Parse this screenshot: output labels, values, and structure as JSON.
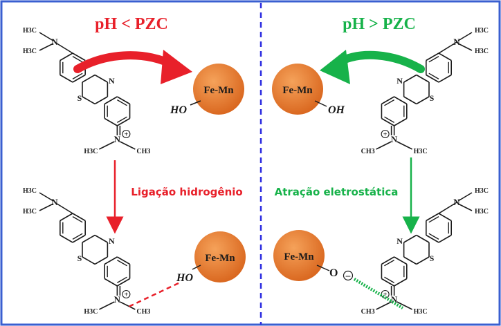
{
  "left_panel": {
    "title": "pH < PZC",
    "title_color": "#e8202a",
    "mechanism_label": "Ligação hidrogênio",
    "label_color": "#e8202a"
  },
  "right_panel": {
    "title": "pH > PZC",
    "title_color": "#17b24a",
    "mechanism_label": "Atração eletrostática",
    "label_color": "#17b24a"
  },
  "adsorbent": {
    "label": "Fe-Mn",
    "fill_color": "#e8782a"
  },
  "groups": {
    "hydroxyl_left": "HO",
    "hydroxyl_right": "OH",
    "oxide": "O"
  },
  "molecule": {
    "nitrogen": "N",
    "sulfur": "S",
    "dimethylamino_top": "H3C",
    "dimethylamino_bottom": "H3C",
    "methyl_left": "H3C",
    "methyl_right": "CH3",
    "charge_plus": "+",
    "charge_minus": "−"
  },
  "colors": {
    "border": "#3a5fd0",
    "divider": "#2a2ae0",
    "bond": "#1a1a1a",
    "red_arrow": "#e8202a",
    "green_arrow": "#17b24a"
  }
}
